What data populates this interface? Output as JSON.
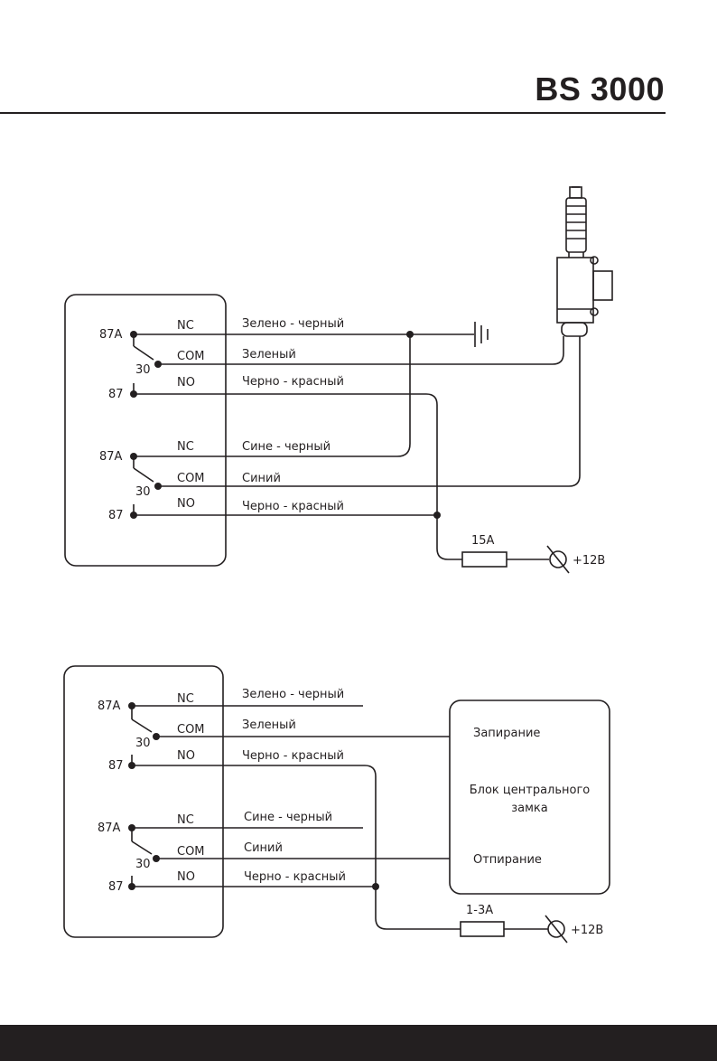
{
  "header": {
    "title": "BS 3000"
  },
  "diagram1": {
    "relay1": {
      "pins": {
        "nc": "87A",
        "com": "30",
        "no": "87"
      },
      "contacts": {
        "nc": "NC",
        "com": "COM",
        "no": "NO"
      },
      "wires": {
        "nc": "Зелено - черный",
        "com": "Зеленый",
        "no": "Черно - красный"
      }
    },
    "relay2": {
      "pins": {
        "nc": "87A",
        "com": "30",
        "no": "87"
      },
      "contacts": {
        "nc": "NC",
        "com": "COM",
        "no": "NO"
      },
      "wires": {
        "nc": "Сине - черный",
        "com": "Синий",
        "no": "Черно - красный"
      }
    },
    "fuse": "15A",
    "supply": "+12В"
  },
  "diagram2": {
    "relay1": {
      "pins": {
        "nc": "87A",
        "com": "30",
        "no": "87"
      },
      "contacts": {
        "nc": "NC",
        "com": "COM",
        "no": "NO"
      },
      "wires": {
        "nc": "Зелено - черный",
        "com": "Зеленый",
        "no": "Черно - красный"
      }
    },
    "relay2": {
      "pins": {
        "nc": "87A",
        "com": "30",
        "no": "87"
      },
      "contacts": {
        "nc": "NC",
        "com": "COM",
        "no": "NO"
      },
      "wires": {
        "nc": "Сине - черный",
        "com": "Синий",
        "no": "Черно - красный"
      }
    },
    "lock_block": {
      "lock": "Запирание",
      "title_line1": "Блок центрального",
      "title_line2": "замка",
      "unlock": "Отпирание"
    },
    "fuse": "1-3А",
    "supply": "+12В"
  }
}
